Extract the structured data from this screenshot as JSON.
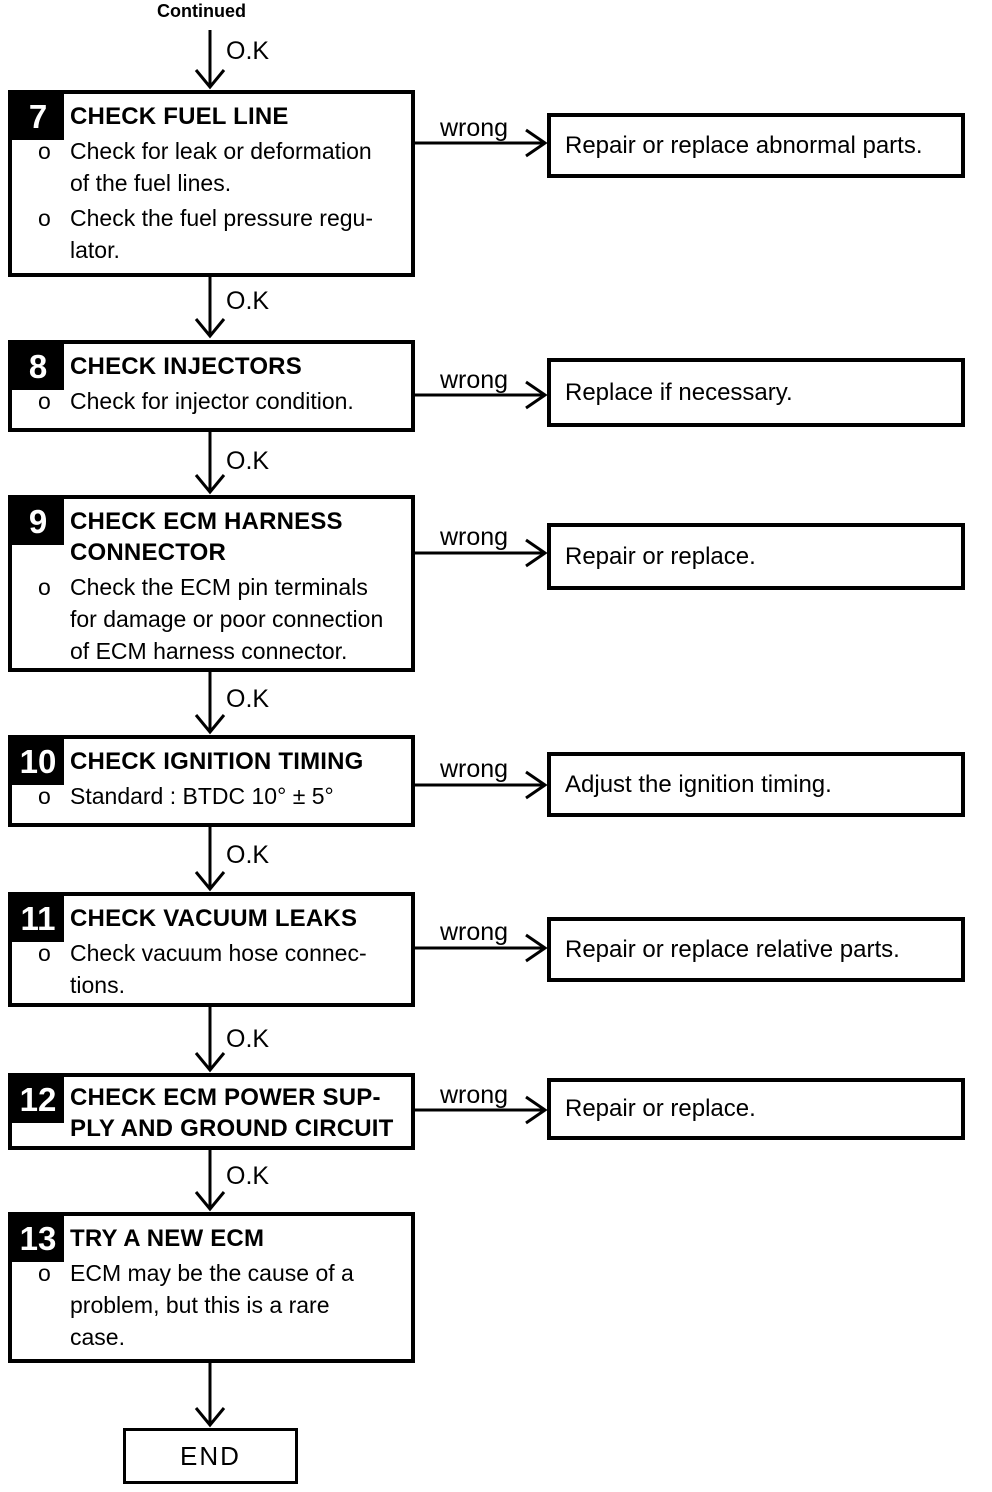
{
  "labels": {
    "continued": "Continued",
    "ok": "O.K",
    "wrong": "wrong",
    "end": "END",
    "bullet_marker": "o"
  },
  "colors": {
    "ink": "#000000",
    "paper": "#ffffff",
    "badge_bg": "#000000",
    "badge_fg": "#ffffff"
  },
  "steps": [
    {
      "number": "7",
      "title_lines": [
        "CHECK FUEL LINE"
      ],
      "bullets": [
        [
          "Check for leak or deformation",
          "of the fuel lines."
        ],
        [
          "Check the fuel pressure regu-",
          "lator."
        ]
      ]
    },
    {
      "number": "8",
      "title_lines": [
        "CHECK INJECTORS"
      ],
      "bullets": [
        [
          "Check for injector condition."
        ]
      ]
    },
    {
      "number": "9",
      "title_lines": [
        "CHECK ECM HARNESS",
        "CONNECTOR"
      ],
      "bullets": [
        [
          "Check the ECM pin terminals",
          "for damage or poor connection",
          "of ECM harness connector."
        ]
      ]
    },
    {
      "number": "10",
      "title_lines": [
        "CHECK IGNITION TIMING"
      ],
      "bullets": [
        [
          "Standard : BTDC 10° ± 5°"
        ]
      ]
    },
    {
      "number": "11",
      "title_lines": [
        "CHECK VACUUM LEAKS"
      ],
      "bullets": [
        [
          "Check vacuum hose connec-",
          "tions."
        ]
      ]
    },
    {
      "number": "12",
      "title_lines": [
        "CHECK ECM POWER SUP-",
        "PLY AND GROUND CIRCUIT"
      ],
      "bullets": []
    },
    {
      "number": "13",
      "title_lines": [
        "TRY A NEW ECM"
      ],
      "bullets": [
        [
          "ECM may be the cause of a",
          "problem, but this is a rare",
          "case."
        ]
      ]
    }
  ],
  "actions": [
    {
      "text": "Repair or replace abnormal parts."
    },
    {
      "text": "Replace if necessary."
    },
    {
      "text": "Repair or replace."
    },
    {
      "text": "Adjust the ignition timing."
    },
    {
      "text": "Repair or replace relative parts."
    },
    {
      "text": "Repair or replace."
    }
  ]
}
